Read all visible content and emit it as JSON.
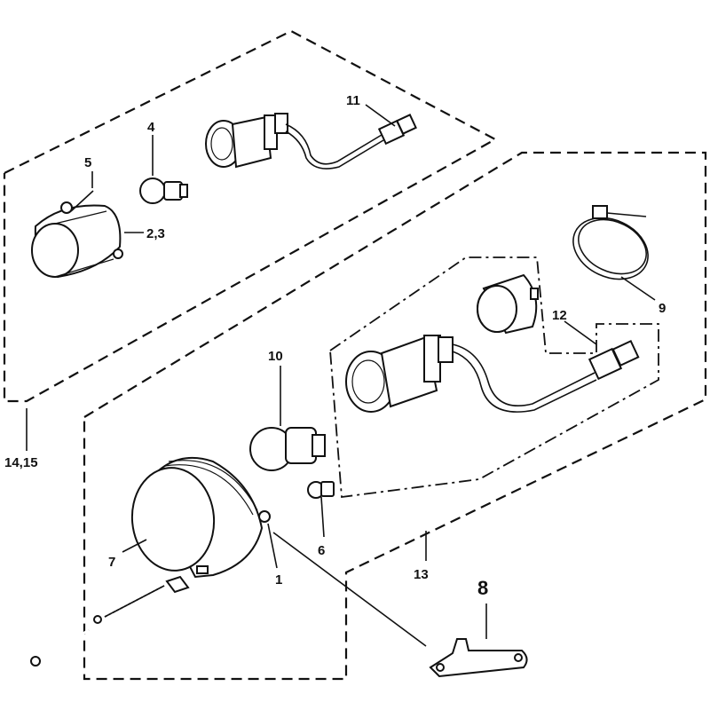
{
  "labels": {
    "p1": "1",
    "p23": "2,3",
    "p4": "4",
    "p5": "5",
    "p6": "6",
    "p7": "7",
    "p8": "8",
    "p9": "9",
    "p10": "10",
    "p11": "11",
    "p12": "12",
    "p13": "13",
    "p1415": "14,15"
  }
}
